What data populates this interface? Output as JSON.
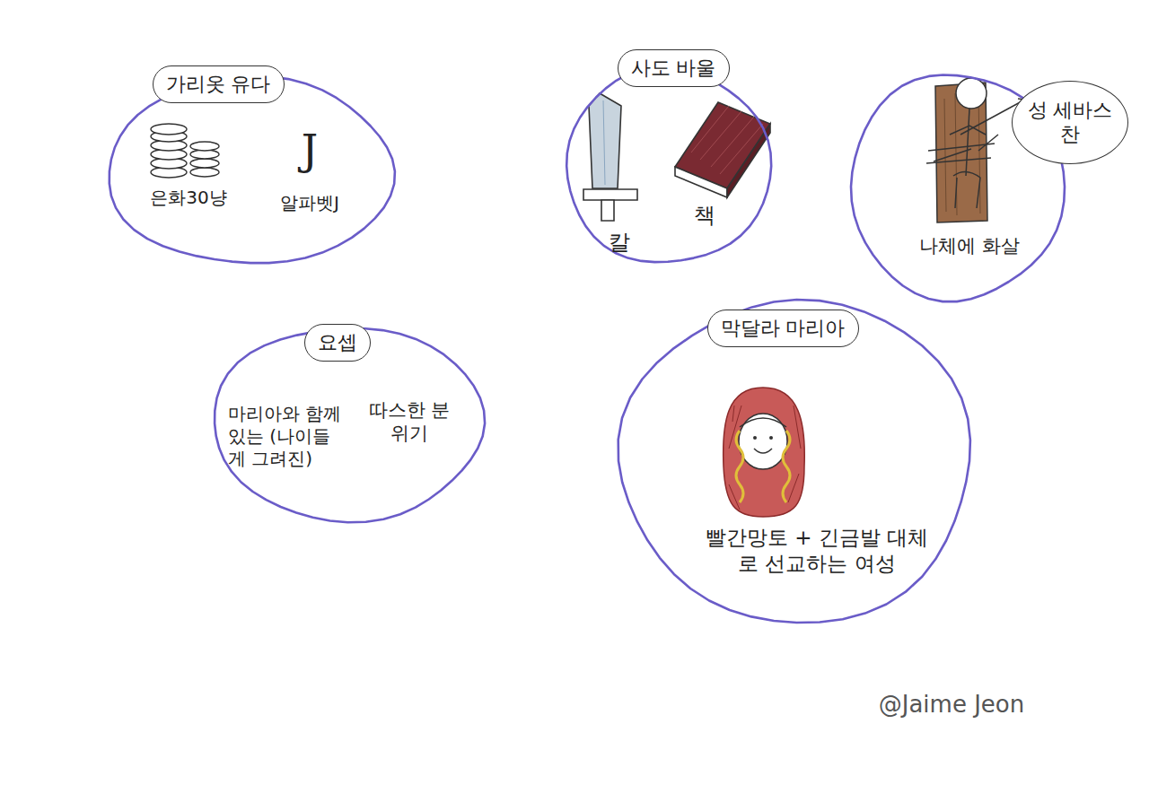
{
  "diagram": {
    "nodes": [
      {
        "text": [
          "가리옷 유다",
          "은화30냥",
          "J",
          "알파벳J"
        ]
      },
      {
        "text": [
          "사도 바울",
          "칼",
          "책"
        ]
      },
      {
        "text": [
          "성 세바스찬",
          "나체에 화살"
        ]
      },
      {
        "text": [
          "요셉",
          "마리아와 함께있는 (나이들게 그려진)",
          "따스한 분위기"
        ]
      },
      {
        "text": [
          "막달라 마리아",
          "빨간망토 + 긴금발 대체로 선교하는 여성"
        ]
      }
    ],
    "labels": [
      "@Jaime Jeon"
    ]
  }
}
